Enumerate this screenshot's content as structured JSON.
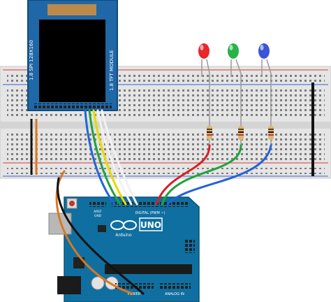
{
  "lcd": {
    "label_left": "1.8 SPI 128X160",
    "label_right": "1.8 TFT MODULE"
  },
  "arduino": {
    "brand": "Arduino",
    "model": "UNO",
    "top_header_label": "DIGITAL (PWM ~)",
    "bottom_left_label": "POWER",
    "bottom_right_label": "ANALOG IN",
    "aref_label": "AREF",
    "gnd_label": "GND"
  },
  "leds": [
    {
      "color_name": "red",
      "color": "#e8262b"
    },
    {
      "color_name": "green",
      "color": "#27b34a"
    },
    {
      "color_name": "blue",
      "color": "#3b55d9"
    }
  ],
  "wire_colors": {
    "red": "#d42222",
    "green": "#1fa33b",
    "blue": "#2463d6",
    "yellow": "#e8d800",
    "white": "#f2f2f2",
    "black": "#111111",
    "orange": "#d9781f"
  },
  "board_color": "#0f6fa0",
  "breadboard_color": "#e5e5e5"
}
